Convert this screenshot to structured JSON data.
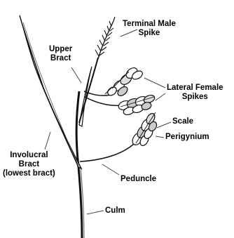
{
  "labels": {
    "terminal_male_line1": "Terminal Male",
    "terminal_male_line2": "Spike",
    "upper_bract_line1": "Upper",
    "upper_bract_line2": "Bract",
    "lateral_female_line1": "Lateral Female",
    "lateral_female_line2": "Spikes",
    "scale": "Scale",
    "perigynium": "Perigynium",
    "involucral_line1": "Involucral",
    "involucral_line2": "Bract",
    "involucral_line3": "(lowest bract)",
    "peduncle": "Peduncle",
    "culm": "Culm"
  },
  "colors": {
    "ink": "#000000",
    "leader": "#444444",
    "background": "#ffffff"
  }
}
